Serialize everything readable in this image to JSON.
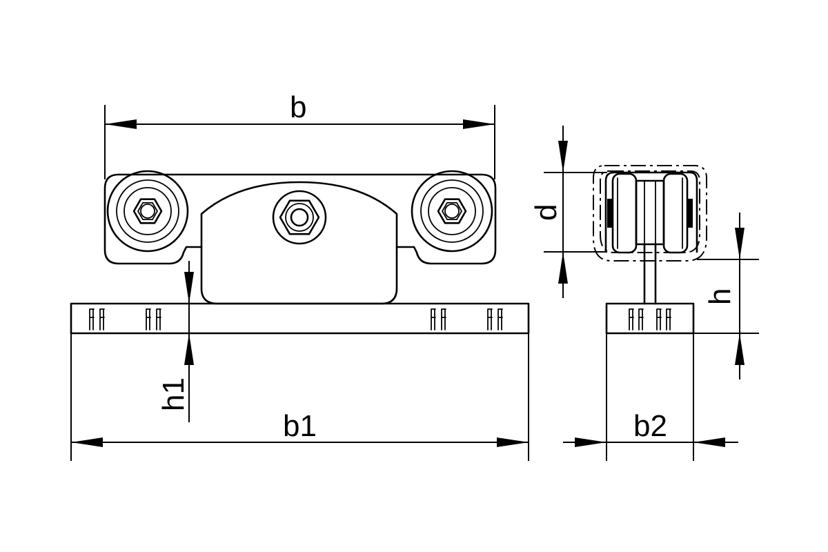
{
  "diagram": {
    "labels": {
      "b": "b",
      "b1": "b1",
      "b2": "b2",
      "d": "d",
      "h": "h",
      "h1": "h1"
    },
    "colors": {
      "line": "#000000",
      "background": "#ffffff"
    }
  }
}
